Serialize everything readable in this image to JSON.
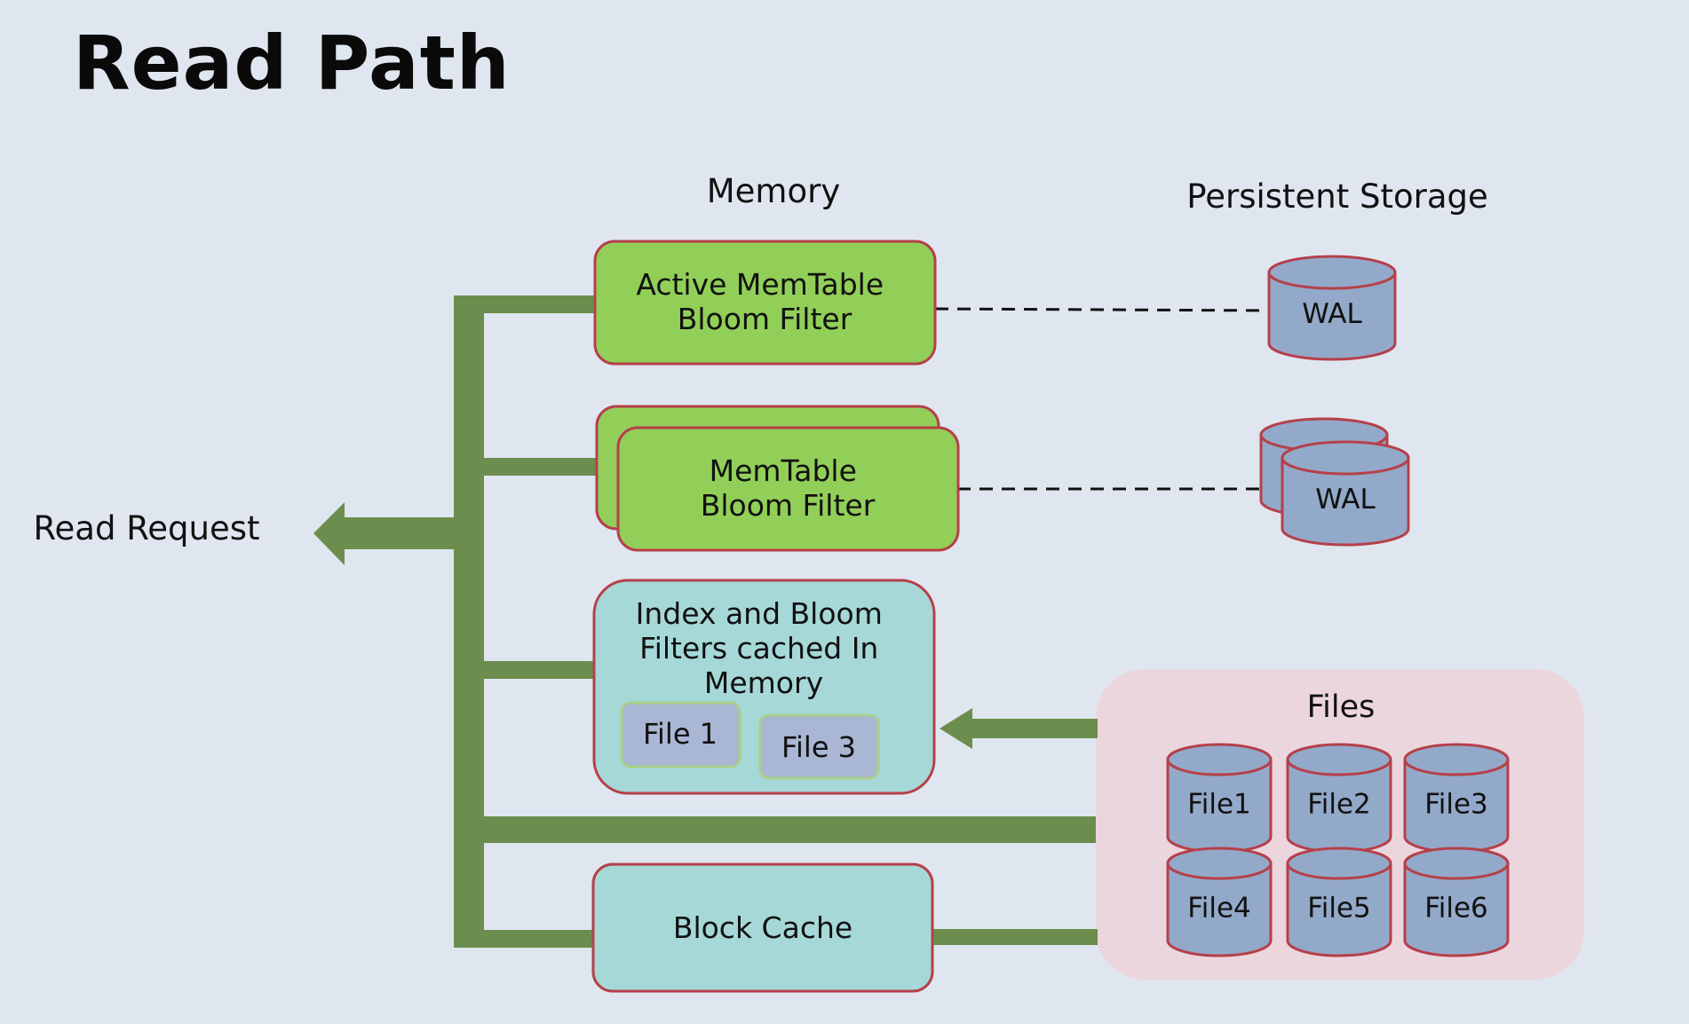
{
  "title": "Read Path",
  "labels": {
    "memory": "Memory",
    "persistent_storage": "Persistent Storage",
    "read_request": "Read Request",
    "files": "Files"
  },
  "boxes": {
    "active_memtable": [
      "Active MemTable",
      "Bloom Filter"
    ],
    "memtable": [
      "MemTable",
      "Bloom Filter"
    ],
    "index_cache": [
      "Index and Bloom",
      "Filters cached In",
      "Memory"
    ],
    "cached_file_1": "File 1",
    "cached_file_3": "File 3",
    "block_cache": "Block Cache"
  },
  "wal": {
    "active": "WAL",
    "memtable": "WAL"
  },
  "files": [
    "File1",
    "File2",
    "File3",
    "File4",
    "File5",
    "File6"
  ],
  "colors": {
    "background": "#e0e6ef",
    "connector_green": "#6b8e4e",
    "memtable_green": "#92cf58",
    "cache_teal": "#a6d8d8",
    "box_border": "#b5404a",
    "cylinder_fill": "#93a9c9",
    "files_panel": "#ecd6de",
    "cached_file_fill": "#a9b6d4",
    "cached_file_border": "#a9cf8a"
  }
}
